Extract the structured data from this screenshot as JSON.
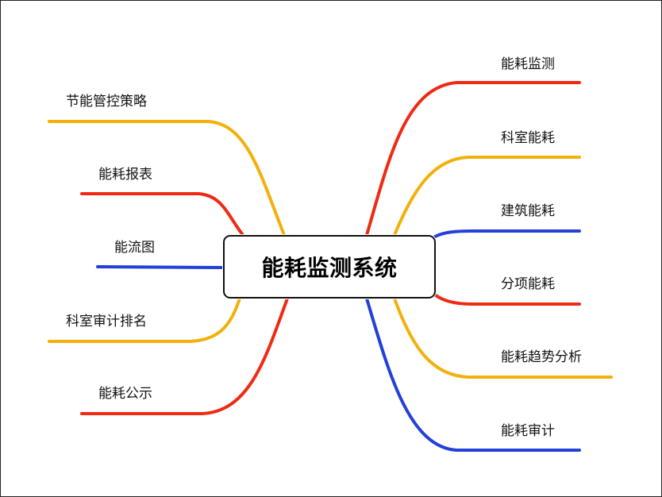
{
  "center": {
    "label": "能耗监测系统"
  },
  "colors": {
    "red": "#ee2a14",
    "yellow": "#f2b10a",
    "blue": "#2340d8"
  },
  "left_branches": [
    {
      "label": "节能管控策略",
      "color": "yellow"
    },
    {
      "label": "能耗报表",
      "color": "red"
    },
    {
      "label": "能流图",
      "color": "blue"
    },
    {
      "label": "科室审计排名",
      "color": "yellow"
    },
    {
      "label": "能耗公示",
      "color": "red"
    }
  ],
  "right_branches": [
    {
      "label": "能耗监测",
      "color": "red"
    },
    {
      "label": "科室能耗",
      "color": "yellow"
    },
    {
      "label": "建筑能耗",
      "color": "blue"
    },
    {
      "label": "分项能耗",
      "color": "red"
    },
    {
      "label": "能耗趋势分析",
      "color": "yellow"
    },
    {
      "label": "能耗审计",
      "color": "blue"
    }
  ]
}
